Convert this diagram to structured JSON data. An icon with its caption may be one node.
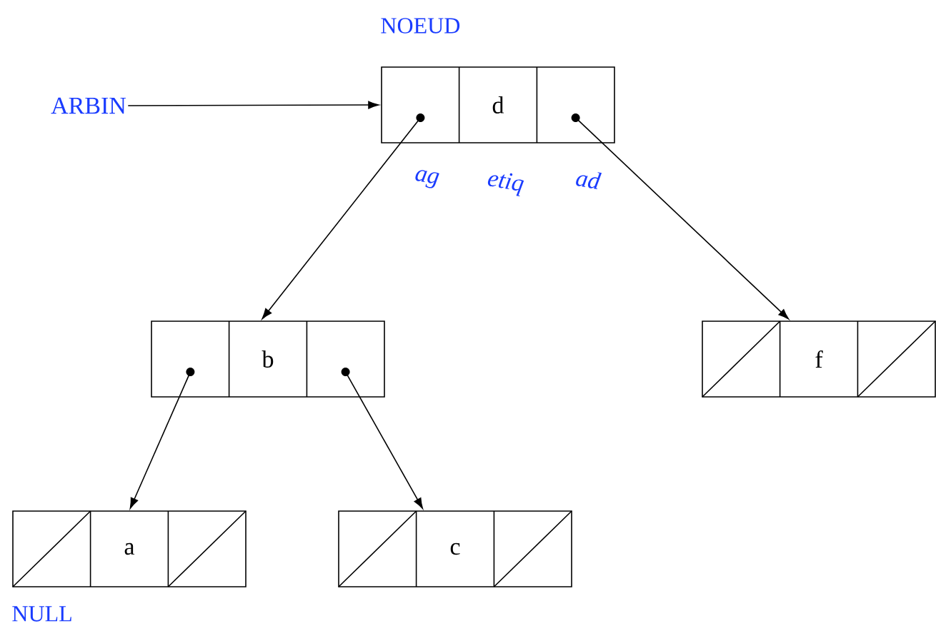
{
  "diagram": {
    "nodes": [
      {
        "text": [
          "ARBIN"
        ]
      },
      {
        "text": [
          "d"
        ]
      },
      {
        "text": [
          "b"
        ]
      },
      {
        "text": [
          "f"
        ]
      },
      {
        "text": [
          "a"
        ]
      },
      {
        "text": [
          "c"
        ]
      }
    ],
    "edges": [
      {
        "from": 0,
        "to": 1,
        "arrow": "to"
      },
      {
        "from": 1,
        "to": 2,
        "arrow": "to"
      },
      {
        "from": 1,
        "to": 3,
        "arrow": "to"
      },
      {
        "from": 2,
        "to": 4,
        "arrow": "to"
      },
      {
        "from": 2,
        "to": 5,
        "arrow": "to"
      }
    ],
    "labels": [
      "NOEUD",
      "ag",
      "etiq",
      "ad",
      "NULL"
    ]
  }
}
